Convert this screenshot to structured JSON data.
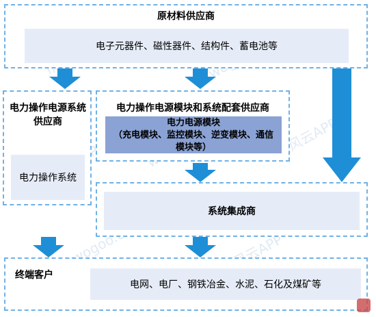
{
  "supplier_box": {
    "title": "原材料供应商",
    "content": "电子元器件、磁性器件、结构件、蓄电池等"
  },
  "left_box": {
    "title": "电力操作电源系统供应商",
    "content": "电力操作系统"
  },
  "center_box": {
    "title": "电力操作电源模块和系统配套供应商",
    "module_title": "电力电源模块",
    "module_detail": "（充电模块、监控模块、逆变模块、通信模块等）"
  },
  "integrator_box": {
    "title": "系统集成商"
  },
  "customer_box": {
    "title": "终端客户",
    "content": "电网、电厂、钢铁冶金、水泥、石化及煤矿等"
  },
  "watermark": {
    "app": "市值风云APP",
    "site": "wogoo.com"
  },
  "colors": {
    "arrow": "#1e8fd6",
    "dash": "#6fb1e6",
    "fill": "#e6ecf7",
    "module": "#8aa2d4"
  }
}
